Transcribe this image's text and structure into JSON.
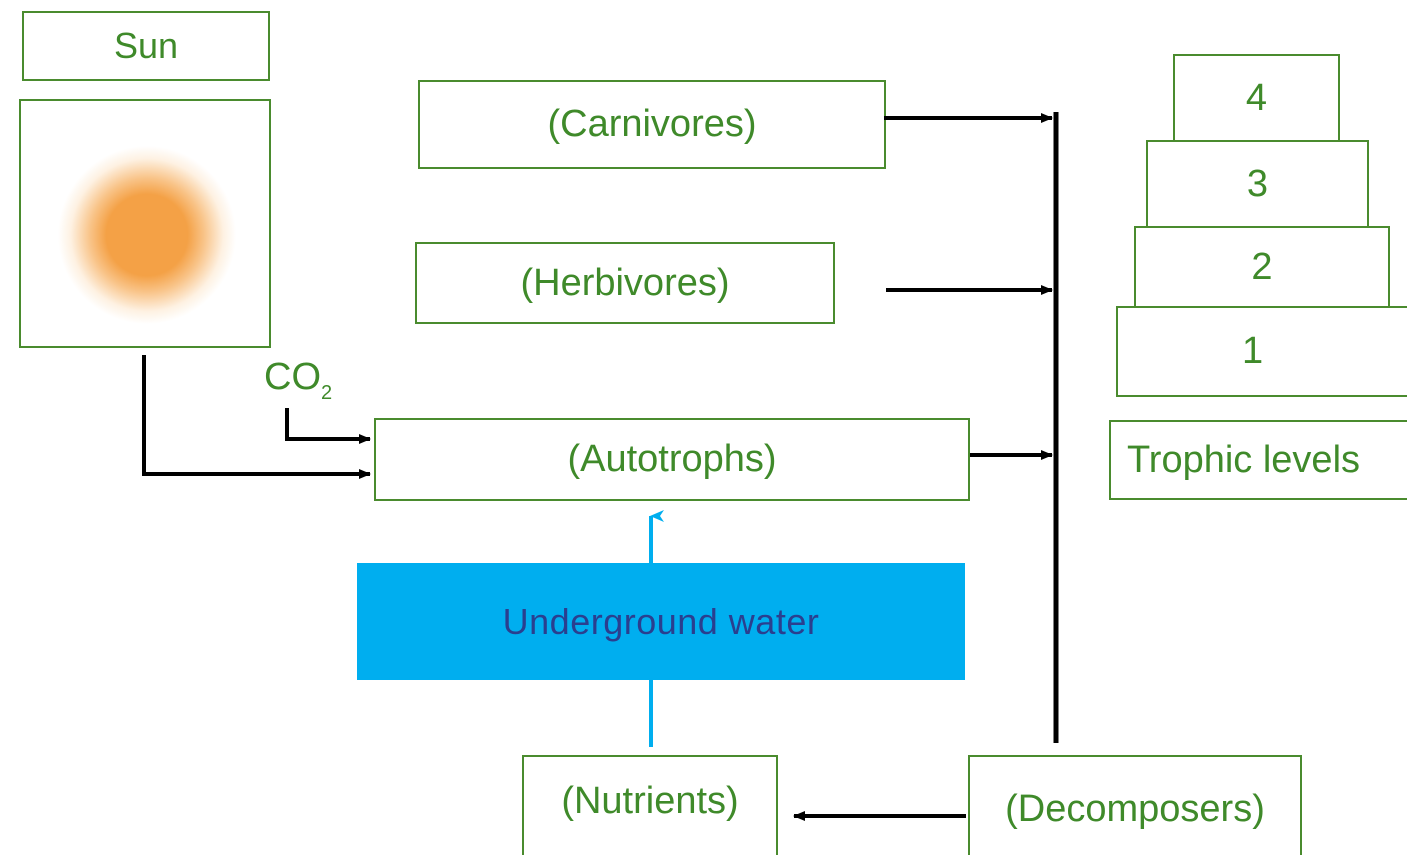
{
  "sun": {
    "label": "Sun"
  },
  "co2": {
    "main": "CO",
    "subscript": "2"
  },
  "boxes": {
    "carnivores": "(Carnivores)",
    "herbivores": "(Herbivores)",
    "autotrophs": "(Autotrophs)",
    "nutrients": "(Nutrients)",
    "decomposers": "(Decomposers)"
  },
  "underground_water": "Underground water",
  "trophic_levels": {
    "label": "Trophic levels",
    "levels": [
      "4",
      "3",
      "2",
      "1"
    ]
  },
  "colors": {
    "text_green": "#3f8a2a",
    "border_green": "#4a8b2e",
    "water_blue": "#00aeef",
    "water_text": "#2a3f8f",
    "sun_orange": "#f4a146",
    "arrow_black": "#000000"
  }
}
